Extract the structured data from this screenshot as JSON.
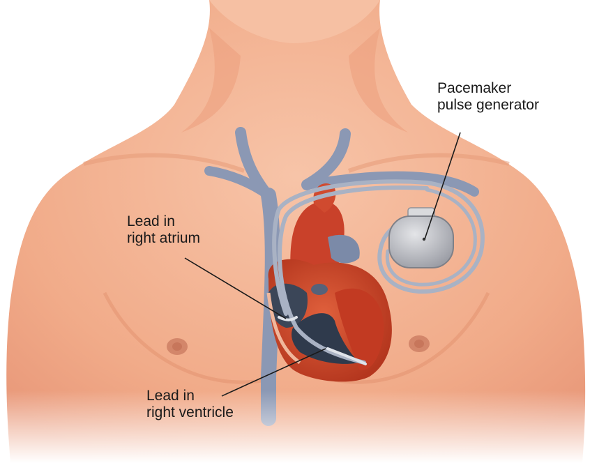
{
  "labels": {
    "generator": [
      "Pacemaker",
      "pulse generator"
    ],
    "atrium": [
      "Lead in",
      "right atrium"
    ],
    "ventricle": [
      "Lead in",
      "right ventricle"
    ]
  },
  "colors": {
    "skin": "#f4b596",
    "skin_shadow": "#e2926f",
    "vein": "#8b98b4",
    "heart": "#d2492a",
    "heart_dark": "#a7301c",
    "chamber": "#3b4658",
    "device": "#bdbec3"
  }
}
